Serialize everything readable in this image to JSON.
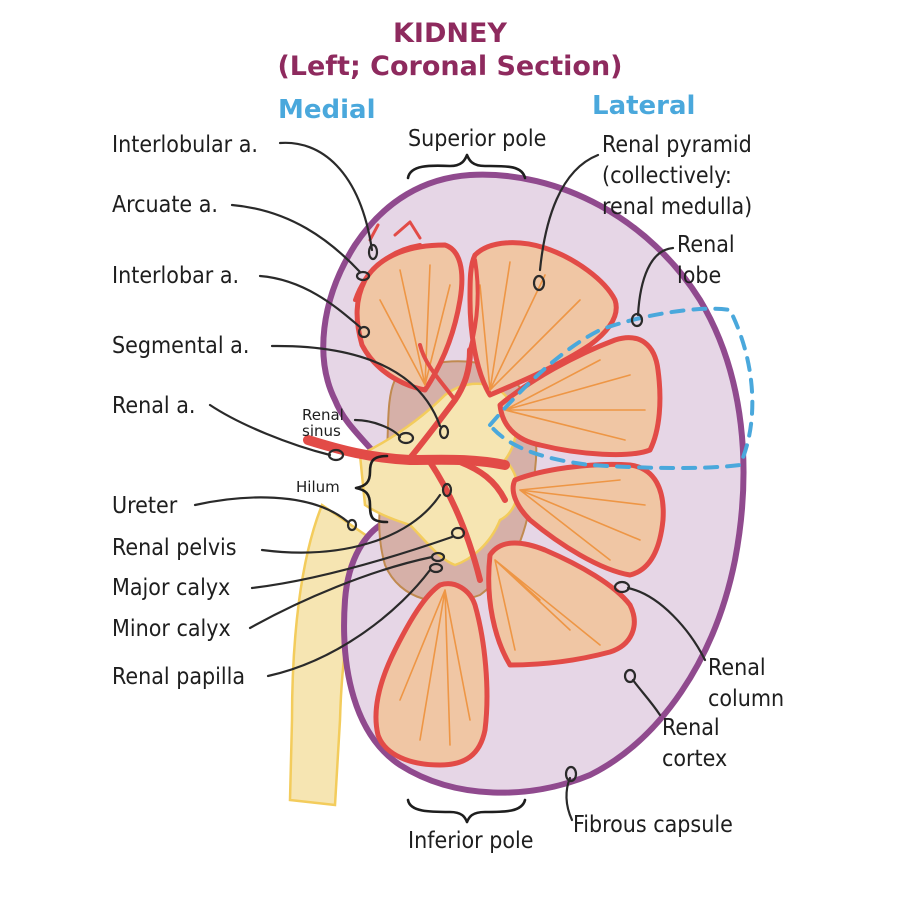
{
  "title": {
    "line1": "KIDNEY",
    "line2": "(Left; Coronal Section)"
  },
  "orientation": {
    "medial": "Medial",
    "lateral": "Lateral"
  },
  "colors": {
    "title": "#8e2a5e",
    "orientation": "#4aa8dc",
    "capsule": "#904a8e",
    "cortex": "#e6d6e6",
    "pyramid_fill": "#f0c6a4",
    "pyramid_lines": "#ee9645",
    "artery": "#e24b47",
    "pelvis": "#f6e5b2",
    "pelvis_edge": "#f3cc5c",
    "sinus": "#d6b0a8",
    "renal_lobe_outline": "#4aa8dc"
  },
  "labels_left": {
    "interlobular_a": "Interlobular a.",
    "arcuate_a": "Arcuate a.",
    "interlobar_a": "Interlobar a.",
    "segmental_a": "Segmental a.",
    "renal_a": "Renal a.",
    "ureter": "Ureter",
    "renal_pelvis": "Renal pelvis",
    "major_calyx": "Major calyx",
    "minor_calyx": "Minor calyx",
    "renal_papilla": "Renal papilla"
  },
  "labels_inner": {
    "renal_sinus_1": "Renal",
    "renal_sinus_2": "sinus",
    "hilum": "Hilum"
  },
  "labels_right": {
    "superior_pole": "Superior pole",
    "renal_pyramid_1": "Renal pyramid",
    "renal_pyramid_2": "(collectively:",
    "renal_pyramid_3": "renal medulla)",
    "renal_lobe_1": "Renal",
    "renal_lobe_2": "lobe",
    "renal_column_1": "Renal",
    "renal_column_2": "column",
    "renal_cortex_1": "Renal",
    "renal_cortex_2": "cortex",
    "fibrous_capsule": "Fibrous capsule",
    "inferior_pole": "Inferior pole"
  }
}
